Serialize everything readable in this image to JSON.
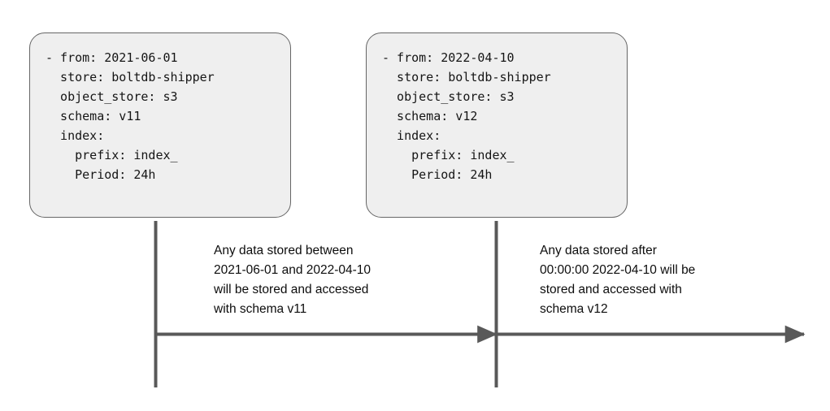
{
  "diagram": {
    "title": "Loki schema_config period boundaries timeline",
    "background_color": "#ffffff",
    "boxes": [
      {
        "id": "schema-v11",
        "fill_color": "#efefef",
        "border_color": "#666666",
        "text": "- from: 2021-06-01\n  store: boltdb-shipper\n  object_store: s3\n  schema: v11\n  index:\n    prefix: index_\n    Period: 24h",
        "fields": {
          "from": "2021-06-01",
          "store": "boltdb-shipper",
          "object_store": "s3",
          "schema": "v11",
          "index_prefix": "index_",
          "index_period": "24h"
        }
      },
      {
        "id": "schema-v12",
        "fill_color": "#efefef",
        "border_color": "#666666",
        "text": "- from: 2022-04-10\n  store: boltdb-shipper\n  object_store: s3\n  schema: v12\n  index:\n    prefix: index_\n    Period: 24h",
        "fields": {
          "from": "2022-04-10",
          "store": "boltdb-shipper",
          "object_store": "s3",
          "schema": "v12",
          "index_prefix": "index_",
          "index_period": "24h"
        }
      }
    ],
    "annotations": [
      {
        "id": "period-v11",
        "text": "Any data stored between\n2021-06-01 and 2022-04-10\nwill be stored and accessed\nwith schema v11"
      },
      {
        "id": "period-v12",
        "text": "Any data stored after\n00:00:00 2022-04-10 will be\nstored and accessed with\nschema v12"
      }
    ],
    "timeline": {
      "line_color": "#595959",
      "marker_count": 2,
      "arrow_segment_count": 2
    }
  }
}
